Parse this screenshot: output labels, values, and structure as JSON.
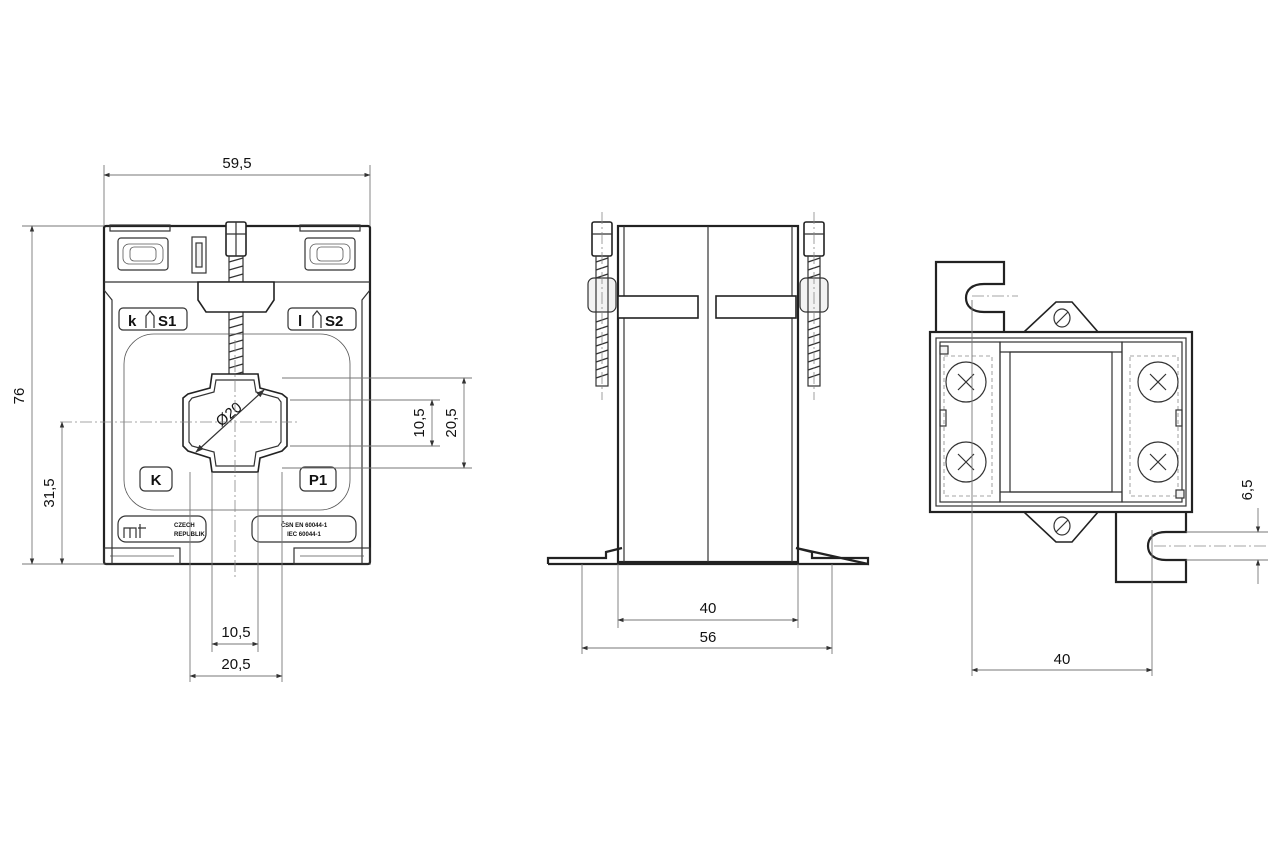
{
  "front_view": {
    "dims": {
      "width": "59,5",
      "height": "76",
      "center_height": "31,5",
      "window_v_inner": "10,5",
      "window_v_outer": "20,5",
      "window_h_inner": "10,5",
      "window_h_outer": "20,5",
      "diameter": "Ø20"
    },
    "terminal_labels": {
      "k_s1": [
        "k",
        "S1"
      ],
      "l_s2": [
        "l",
        "S2"
      ],
      "primary_k": "K",
      "primary_p1": "P1"
    },
    "nameplate": {
      "logo": "mt",
      "country": [
        "CZECH",
        "REPUBLIK"
      ],
      "standards": [
        "ČSN EN 60044-1",
        "IEC 60044-1"
      ]
    }
  },
  "side_view": {
    "dims": {
      "body_width": "40",
      "base_width": "56"
    }
  },
  "top_view": {
    "dims": {
      "depth": "40",
      "slot": "6,5"
    }
  }
}
